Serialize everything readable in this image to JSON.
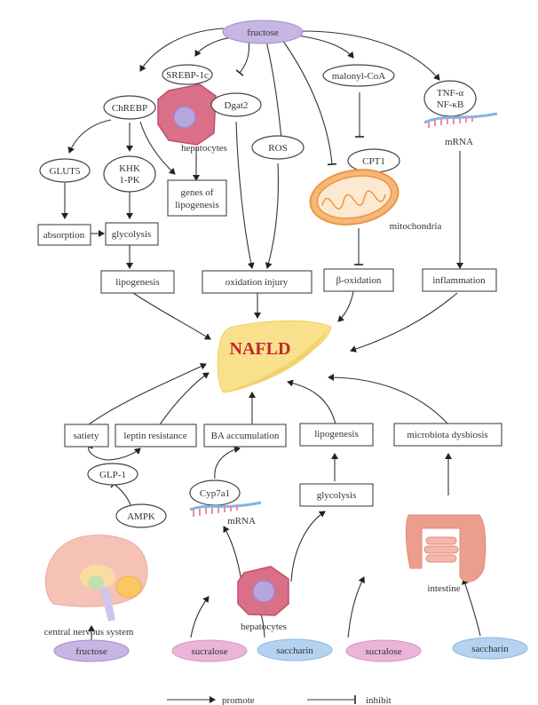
{
  "title": "Fructose and artificial sweetener mechanisms in NAFLD",
  "colors": {
    "fructose": "#c7b5e3",
    "sucralose": "#eab5d6",
    "saccharin": "#b5d2f0",
    "liver": "#f9e08a",
    "nafld_text": "#c0272d",
    "hepatocyte": "#d97088",
    "mitochondria": "#f1a35c",
    "intestine": "#ec9e8e"
  },
  "nodes": {
    "fructose_top": "fructose",
    "srebp": "SREBP-1c",
    "chrebp": "ChREBP",
    "dgat2": "Dgat2",
    "malonyl": "malonyl-CoA",
    "tnf1": "TNF-α",
    "tnf2": "NF-κB",
    "mrna_top": "mRNA",
    "hepatocytes_top": "hepatocytes",
    "glut5": "GLUT5",
    "khk1": "KHK",
    "khk2": "1-PK",
    "genes1": "genes of",
    "genes2": "lipogenesis",
    "ros": "ROS",
    "cpt1": "CPT1",
    "mitochondria": "mitochondria",
    "absorption": "absorption",
    "glycolysis_top": "glycolysis",
    "lipogenesis_top": "lipogenesis",
    "oxidation_injury": "oxidation injury",
    "beta_oxidation": "β-oxidation",
    "inflammation": "inflammation",
    "nafld": "NAFLD",
    "satiety": "satiety",
    "leptin": "leptin resistance",
    "ba_acc": "BA accumulation",
    "lipogenesis_bottom": "lipogenesis",
    "microbiota": "microbiota dysbiosis",
    "glp1": "GLP-1",
    "ampk": "AMPK",
    "cyp7a1": "Cyp7a1",
    "mrna_bottom": "mRNA",
    "glycolysis_bottom": "glycolysis",
    "cns": "central nervous system",
    "hepatocytes_bottom": "hepatocytes",
    "intestine": "intestine",
    "fructose_bottom": "fructose",
    "sucralose1": "sucralose",
    "saccharin1": "saccharin",
    "sucralose2": "sucralose",
    "saccharin2": "saccharin"
  },
  "legend": {
    "promote": "promote",
    "inhibit": "inhibit"
  }
}
